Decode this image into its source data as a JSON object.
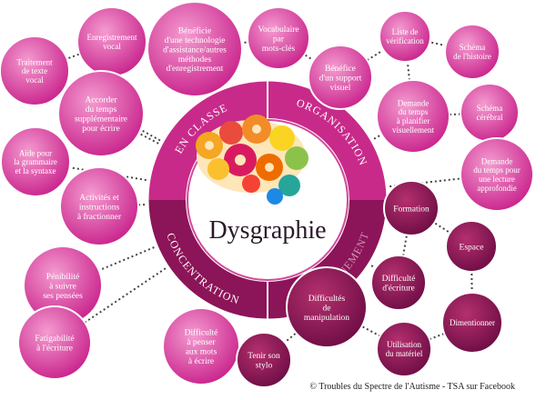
{
  "title": "Dysgraphie",
  "footer": "© Troubles du Spectre de l'Autisme - TSA sur Facebook",
  "colors": {
    "pink_dark": "#c2187a",
    "pink_light": "#ee7ec0",
    "plum_dark": "#7a0f4e",
    "plum_light": "#b4306e",
    "ring_upper": "#c82a8a",
    "ring_lower": "#8c1458"
  },
  "sectors": {
    "en_classe": "EN CLASSE",
    "organisation": "ORGANISATION",
    "concentration": "CONCENTRATION",
    "lower_right": "ENVIRONNEMENT"
  },
  "bubbles": [
    {
      "id": "enregistrement-vocal",
      "lines": [
        "Enregistrement",
        "vocal"
      ]
    },
    {
      "id": "technologie-assistance",
      "lines": [
        "Bénéficie",
        "d'une technologie",
        "d'assistance/autres",
        "méthodes",
        "d'enregistrement"
      ]
    },
    {
      "id": "vocabulaire-mots-cles",
      "lines": [
        "Vocabulaire",
        "par",
        "mots-clés"
      ]
    },
    {
      "id": "support-visuel",
      "lines": [
        "Bénéfice",
        "d'un support",
        "visuel"
      ]
    },
    {
      "id": "liste-verification",
      "lines": [
        "Liste de",
        "vérification"
      ]
    },
    {
      "id": "schema-histoire",
      "lines": [
        "Schéma",
        "de l'histoire"
      ]
    },
    {
      "id": "traitement-texte",
      "lines": [
        "Traitement",
        "de texte",
        "vocal"
      ]
    },
    {
      "id": "temps-supplementaire",
      "lines": [
        "Accorder",
        "du temps",
        "supplémentaire",
        "pour écrire"
      ]
    },
    {
      "id": "temps-planifier",
      "lines": [
        "Demande",
        "du temps",
        "à planifier",
        "visuellement"
      ]
    },
    {
      "id": "schema-cerebral",
      "lines": [
        "Schéma",
        "cérébral"
      ]
    },
    {
      "id": "aide-grammaire",
      "lines": [
        "Aide pour",
        "la grammaire",
        "et la syntaxe"
      ]
    },
    {
      "id": "lecture-approfondie",
      "lines": [
        "Demande",
        "du temps pour",
        "une lecture",
        "approfondie"
      ]
    },
    {
      "id": "activites-fractionner",
      "lines": [
        "Activités et",
        "instructions",
        "à fractionner"
      ]
    },
    {
      "id": "formation",
      "lines": [
        "Formation"
      ]
    },
    {
      "id": "espace",
      "lines": [
        "Espace"
      ]
    },
    {
      "id": "difficulte-ecriture",
      "lines": [
        "Difficulté",
        "d'écriture"
      ]
    },
    {
      "id": "penibilite-pensees",
      "lines": [
        "Pénibilité",
        "à suivre",
        "ses pensées"
      ]
    },
    {
      "id": "difficultes-manipulation",
      "lines": [
        "Difficultés",
        "de",
        "manipulation"
      ]
    },
    {
      "id": "dimensionner",
      "lines": [
        "Dimentionner"
      ]
    },
    {
      "id": "fatigabilite-ecriture",
      "lines": [
        "Fatigabilité",
        "à l'écriture"
      ]
    },
    {
      "id": "difficulte-penser-mots",
      "lines": [
        "Difficulté",
        "à penser",
        "aux mots",
        "à écrire"
      ]
    },
    {
      "id": "tenir-stylo",
      "lines": [
        "Tenir son",
        "stylo"
      ]
    },
    {
      "id": "utilisation-materiel",
      "lines": [
        "Utilisation",
        "du matériel"
      ]
    }
  ]
}
